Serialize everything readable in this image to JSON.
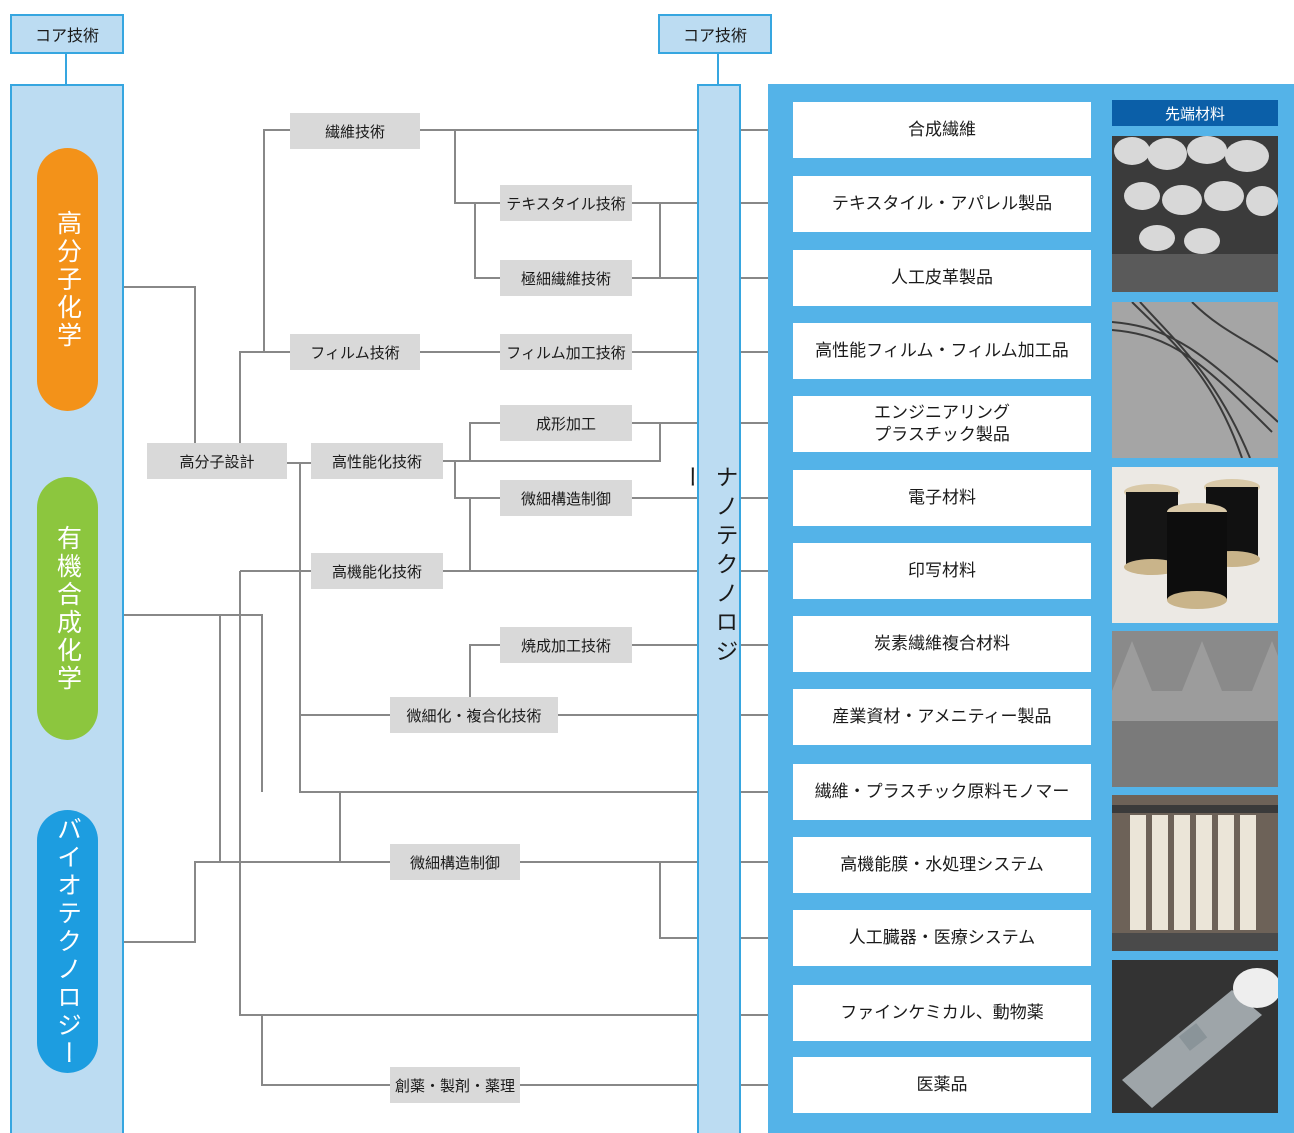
{
  "core_tag_left": "コア技術",
  "core_tag_center": "コア技術",
  "chemistry": [
    {
      "label": "高分子化学",
      "color": "#f39219"
    },
    {
      "label": "有機合成化学",
      "color": "#8cc63e"
    },
    {
      "label": "バイオテクノロジー",
      "color": "#1d9de0"
    }
  ],
  "tech": {
    "polymer_design": "高分子設計",
    "fiber": "繊維技術",
    "textile": "テキスタイル技術",
    "ultrafine": "極細繊維技術",
    "film": "フィルム技術",
    "film_processing": "フィルム加工技術",
    "molding": "成形加工",
    "high_performance": "高性能化技術",
    "microstructure_1": "微細構造制御",
    "high_function": "高機能化技術",
    "firing": "焼成加工技術",
    "miniaturization": "微細化・複合化技術",
    "microstructure_2": "微細構造制御",
    "drug": "創薬・製剤・薬理"
  },
  "nanotech": "ナノテクノロジー",
  "products": [
    "合成繊維",
    "テキスタイル・アパレル製品",
    "人工皮革製品",
    "高性能フィルム・フィルム加工品",
    "エンジニアリング\nプラスチック製品",
    "電子材料",
    "印写材料",
    "炭素繊維複合材料",
    "産業資材・アメニティー製品",
    "繊維・プラスチック原料モノマー",
    "高機能膜・水処理システム",
    "人工臓器・医療システム",
    "ファインケミカル、動物薬",
    "医薬品"
  ],
  "advanced_materials": "先端材料",
  "colors": {
    "accent": "#36a6e0",
    "panel": "#bcdcf2",
    "line": "#888888",
    "header": "#0b5fa8"
  }
}
